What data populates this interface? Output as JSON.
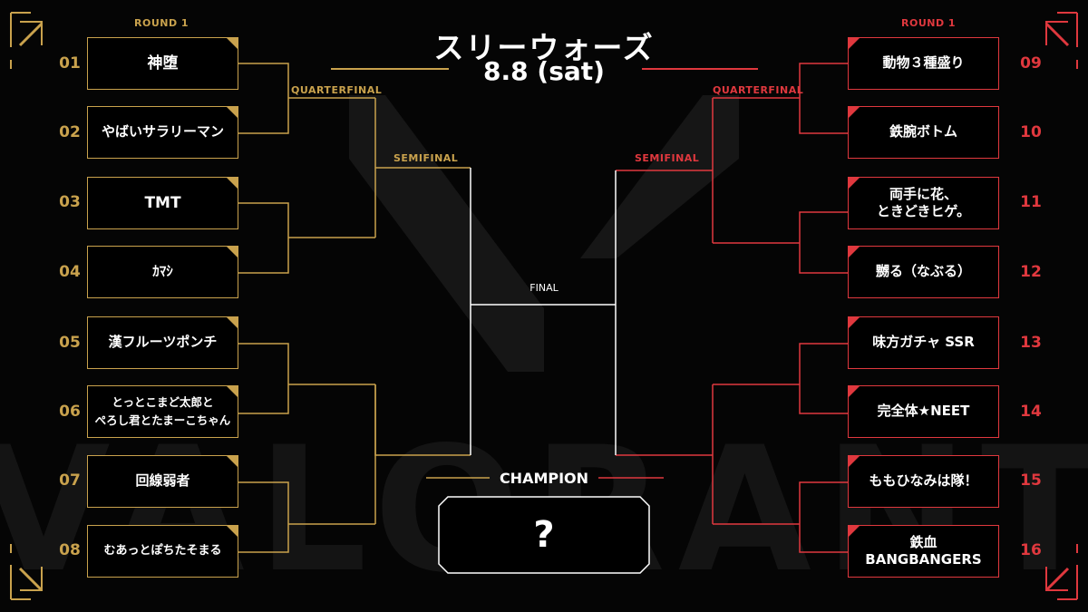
{
  "event": {
    "title": "スリーウォーズ",
    "date": "8.8 (sat)"
  },
  "rounds": {
    "round1_left": "ROUND 1",
    "round1_right": "ROUND 1",
    "quarterfinal_left": "QUARTERFINAL",
    "quarterfinal_right": "QUARTERFINAL",
    "semifinal_left": "SEMIFINAL",
    "semifinal_right": "SEMIFINAL",
    "final": "FINAL"
  },
  "left_teams": [
    {
      "seed": "01",
      "name": "神堕"
    },
    {
      "seed": "02",
      "name": "やばいサラリーマン"
    },
    {
      "seed": "03",
      "name": "TMT"
    },
    {
      "seed": "04",
      "name": "ｶﾏｼ"
    },
    {
      "seed": "05",
      "name": "漢フルーツポンチ"
    },
    {
      "seed": "06",
      "name": "とっとこまど太郎と\nぺろし君とたまーこちゃん"
    },
    {
      "seed": "07",
      "name": "回線弱者"
    },
    {
      "seed": "08",
      "name": "むあっとぽちたそまる"
    }
  ],
  "right_teams": [
    {
      "seed": "09",
      "name": "動物３種盛り"
    },
    {
      "seed": "10",
      "name": "鉄腕ボトム"
    },
    {
      "seed": "11",
      "name": "両手に花、\nときどきヒゲ。"
    },
    {
      "seed": "12",
      "name": "嬲る（なぶる）"
    },
    {
      "seed": "13",
      "name": "味方ガチャ SSR"
    },
    {
      "seed": "14",
      "name": "完全体★NEET"
    },
    {
      "seed": "15",
      "name": "ももひなみは隊！"
    },
    {
      "seed": "16",
      "name": "鉄血\nBANGBANGERS"
    }
  ],
  "champion": {
    "label": "CHAMPION",
    "value": "?"
  },
  "colors": {
    "left_accent": "#c9a24d",
    "right_accent": "#e0383e",
    "background": "#050505",
    "center_lines": "#ffffff"
  },
  "watermark_text": "VALORANT"
}
